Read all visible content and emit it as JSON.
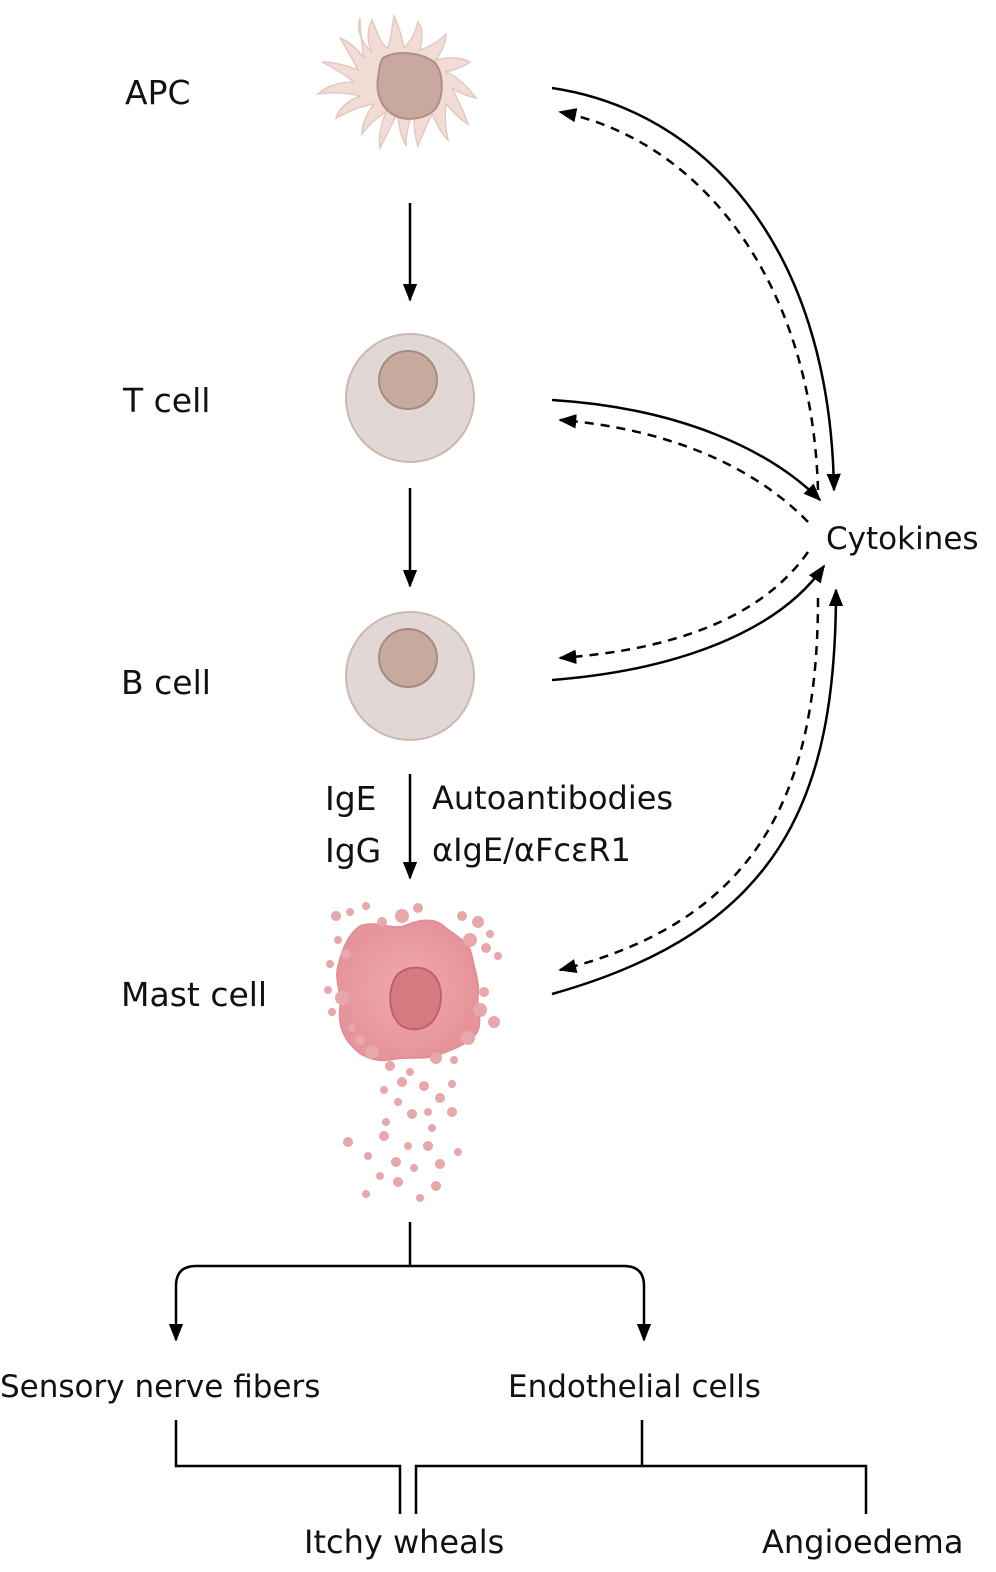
{
  "cells": {
    "apc": "APC",
    "t_cell": "T cell",
    "b_cell": "B cell",
    "mast_cell": "Mast cell"
  },
  "mediators": {
    "cytokines": "Cytokines",
    "ige": "IgE",
    "igg": "IgG",
    "autoantibodies": "Autoantibodies",
    "anti_ige": "αIgE/αFcεR1"
  },
  "targets": {
    "sensory": "Sensory nerve fibers",
    "endothelial": "Endothelial cells"
  },
  "outcomes": {
    "wheals": "Itchy wheals",
    "angioedema": "Angioedema"
  },
  "colors": {
    "apc_body": "#f2dcd6",
    "apc_nucleus": "#c9a99f",
    "lymph_body": "#e1d7d4",
    "lymph_nucleus": "#c7aa9e",
    "mast_body": "#eaa0a6",
    "mast_nucleus": "#d57a81",
    "granule": "#e7a7ab",
    "line": "#000000"
  }
}
